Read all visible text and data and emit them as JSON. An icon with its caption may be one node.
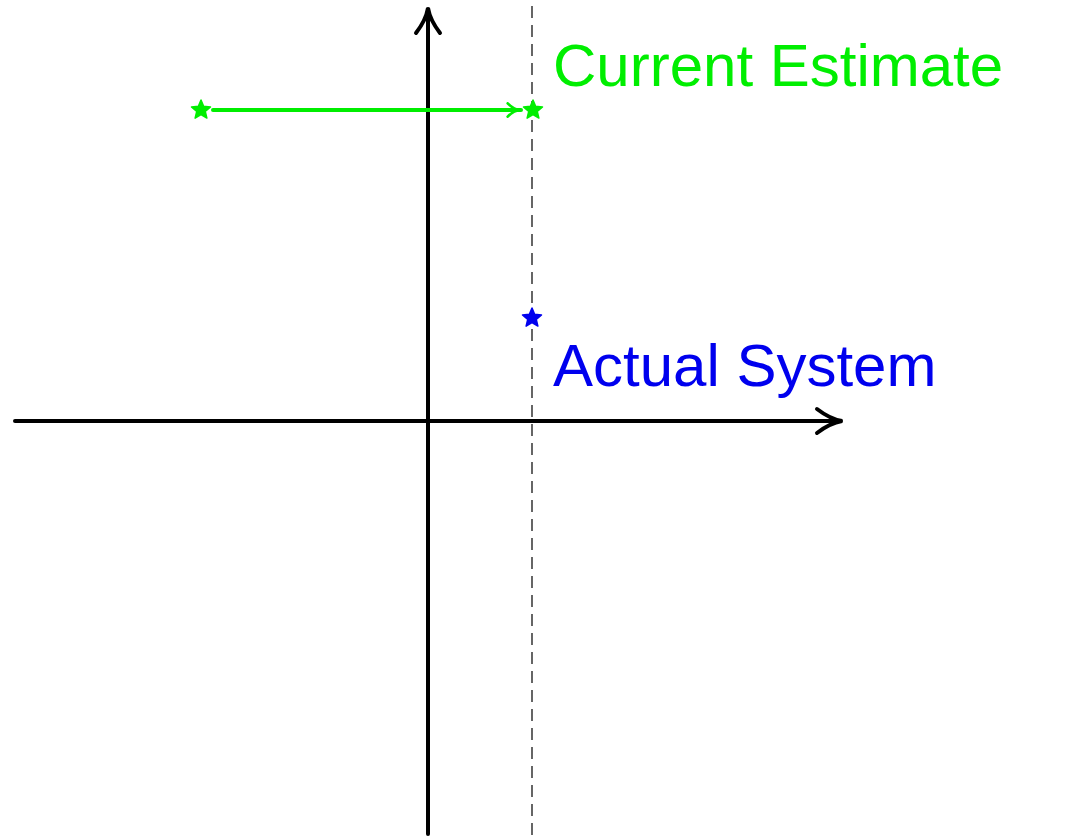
{
  "diagram": {
    "nodes": [
      {
        "text": [],
        "shape": "star"
      },
      {
        "text": [],
        "shape": "star"
      },
      {
        "text": [],
        "shape": "star"
      }
    ],
    "edges": [
      {
        "from": 0,
        "to": 1,
        "arrow": "to",
        "color": "#00ee00"
      }
    ],
    "labels": [
      "Current Estimate",
      "Actual System"
    ]
  }
}
